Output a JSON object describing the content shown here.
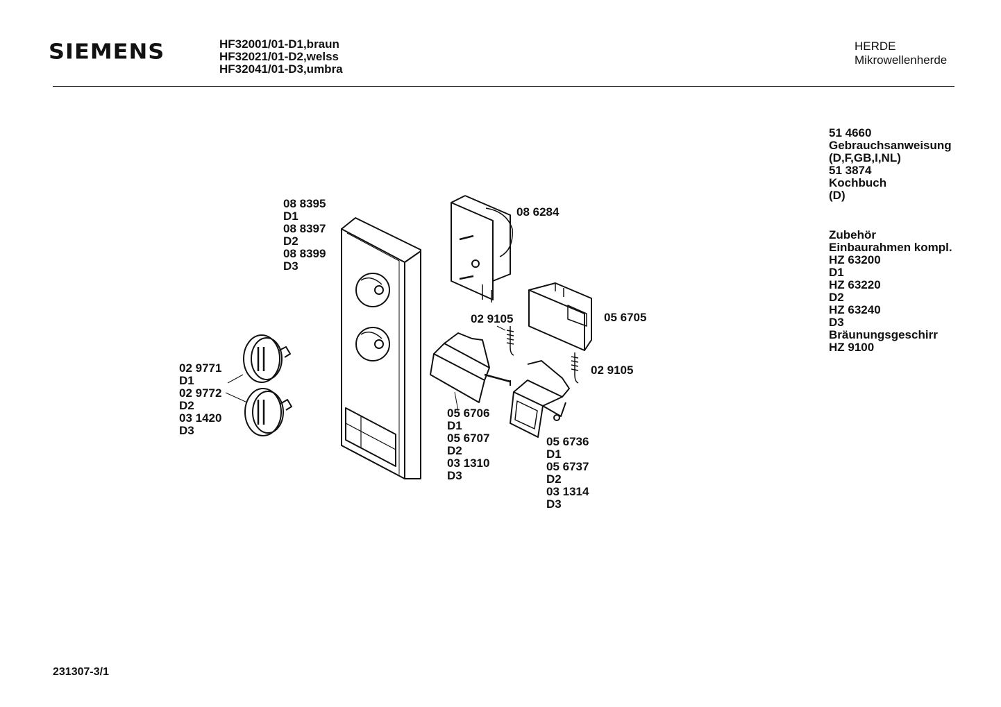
{
  "header": {
    "brand": "SIEMENS",
    "models": [
      "HF32001/01-D1,braun",
      "HF32021/01-D2,welss",
      "HF32041/01-D3,umbra"
    ],
    "category": [
      "HERDE",
      "Mikrowellenherde"
    ]
  },
  "sidebar": {
    "docs": [
      "51 4660",
      "Gebrauchsanweisung",
      "(D,F,GB,I,NL)",
      "51 3874",
      "Kochbuch",
      "(D)"
    ],
    "accessories": [
      "Zubehör",
      "Einbaurahmen kompl.",
      "HZ 63200",
      "D1",
      "HZ 63220",
      "D2",
      "HZ 63240",
      "D3",
      "Bräunungsgeschirr",
      "HZ 9100"
    ]
  },
  "parts": {
    "frame": [
      "08 8395",
      "D1",
      "08 8397",
      "D2",
      "08 8399",
      "D3"
    ],
    "knobs": [
      "02 9771",
      "D1",
      "02 9772",
      "D2",
      "03 1420",
      "D3"
    ],
    "timer": [
      "08 6284"
    ],
    "spring_left": [
      "02 9105"
    ],
    "switch_board": [
      "05 6705"
    ],
    "spring_right": [
      "02 9105"
    ],
    "switch_left": [
      "05 6706",
      "D1",
      "05 6707",
      "D2",
      "03 1310",
      "D3"
    ],
    "switch_right": [
      "05 6736",
      "D1",
      "05 6737",
      "D2",
      "03 1314",
      "D3"
    ]
  },
  "footer": {
    "doc_number": "231307-3/1"
  }
}
